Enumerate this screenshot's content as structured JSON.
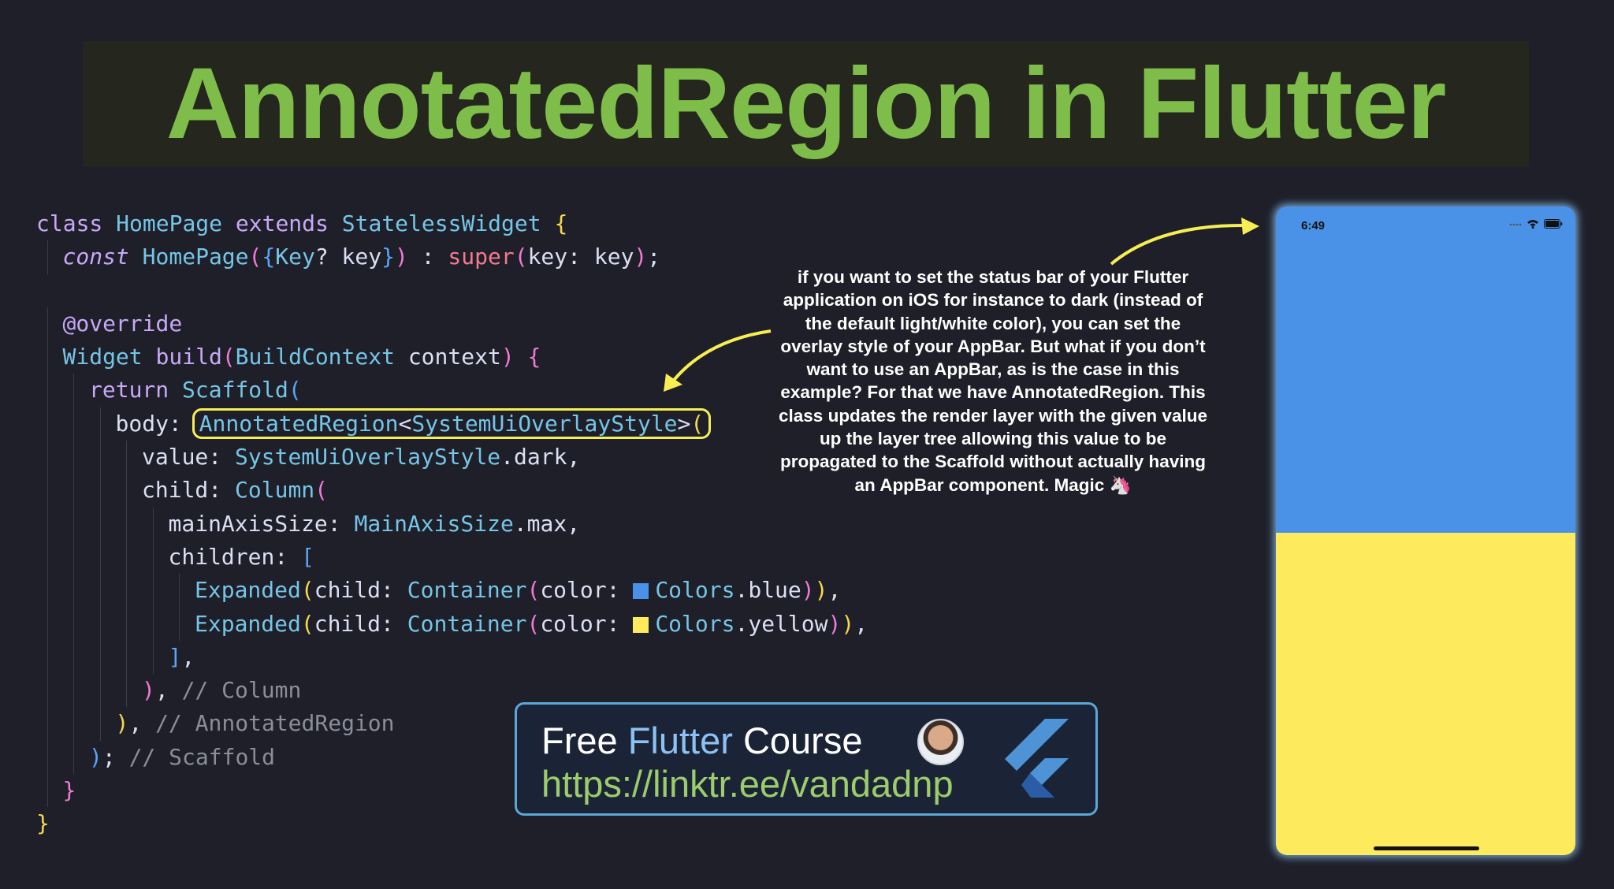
{
  "title": "AnnotatedRegion in Flutter",
  "code_lines": [
    [
      [
        "kw",
        "class"
      ],
      [
        "id",
        " "
      ],
      [
        "cls",
        "HomePage"
      ],
      [
        "id",
        " "
      ],
      [
        "kw",
        "extends"
      ],
      [
        "id",
        " "
      ],
      [
        "cls",
        "StatelessWidget"
      ],
      [
        "id",
        " "
      ],
      [
        "br1",
        "{"
      ]
    ],
    [
      [
        "it",
        "const"
      ],
      [
        "id",
        " "
      ],
      [
        "fn",
        "HomePage"
      ],
      [
        "br2",
        "("
      ],
      [
        "br3",
        "{"
      ],
      [
        "cls",
        "Key"
      ],
      [
        "id",
        "? key"
      ],
      [
        "br3",
        "}"
      ],
      [
        "br2",
        ")"
      ],
      [
        "id",
        " : "
      ],
      [
        "sup",
        "super"
      ],
      [
        "br2",
        "("
      ],
      [
        "id",
        "key: key"
      ],
      [
        "br2",
        ")"
      ],
      [
        "id",
        ";"
      ]
    ],
    [],
    [
      [
        "kw",
        "@override"
      ]
    ],
    [
      [
        "cls",
        "Widget"
      ],
      [
        "id",
        " "
      ],
      [
        "kw",
        "build"
      ],
      [
        "br2",
        "("
      ],
      [
        "cls",
        "BuildContext"
      ],
      [
        "id",
        " context"
      ],
      [
        "br2",
        ")"
      ],
      [
        "id",
        " "
      ],
      [
        "br2",
        "{"
      ]
    ],
    [
      [
        "kw",
        "return"
      ],
      [
        "id",
        " "
      ],
      [
        "cls",
        "Scaffold"
      ],
      [
        "br3",
        "("
      ]
    ],
    [
      [
        "id",
        "body: "
      ],
      [
        "cls",
        "AnnotatedRegion"
      ],
      [
        "id",
        "<"
      ],
      [
        "cls",
        "SystemUiOverlayStyle"
      ],
      [
        "id",
        ">"
      ],
      [
        "br1",
        "("
      ]
    ],
    [
      [
        "id",
        "value: "
      ],
      [
        "cls",
        "SystemUiOverlayStyle"
      ],
      [
        "id",
        "."
      ],
      [
        "id",
        "dark,"
      ]
    ],
    [
      [
        "id",
        "child: "
      ],
      [
        "cls",
        "Column"
      ],
      [
        "br2",
        "("
      ]
    ],
    [
      [
        "id",
        "mainAxisSize: "
      ],
      [
        "cls",
        "MainAxisSize"
      ],
      [
        "id",
        ".max,"
      ]
    ],
    [
      [
        "id",
        "children: "
      ],
      [
        "br3",
        "["
      ]
    ],
    [
      [
        "cls",
        "Expanded"
      ],
      [
        "br1",
        "("
      ],
      [
        "id",
        "child: "
      ],
      [
        "cls",
        "Container"
      ],
      [
        "br2",
        "("
      ],
      [
        "id",
        "color: "
      ],
      [
        "swatch_blue",
        ""
      ],
      [
        "cls",
        "Colors"
      ],
      [
        "id",
        ".blue"
      ],
      [
        "br2",
        ")"
      ],
      [
        "br1",
        ")"
      ],
      [
        "id",
        ","
      ]
    ],
    [
      [
        "cls",
        "Expanded"
      ],
      [
        "br1",
        "("
      ],
      [
        "id",
        "child: "
      ],
      [
        "cls",
        "Container"
      ],
      [
        "br2",
        "("
      ],
      [
        "id",
        "color: "
      ],
      [
        "swatch_yellow",
        ""
      ],
      [
        "cls",
        "Colors"
      ],
      [
        "id",
        ".yellow"
      ],
      [
        "br2",
        ")"
      ],
      [
        "br1",
        ")"
      ],
      [
        "id",
        ","
      ]
    ],
    [
      [
        "br3",
        "]"
      ],
      [
        "id",
        ","
      ]
    ],
    [
      [
        "br2",
        ")"
      ],
      [
        "id",
        ", "
      ],
      [
        "cm",
        "// Column"
      ]
    ],
    [
      [
        "br1",
        ")"
      ],
      [
        "id",
        ", "
      ],
      [
        "cm",
        "// AnnotatedRegion"
      ]
    ],
    [
      [
        "br3",
        ")"
      ],
      [
        "id",
        "; "
      ],
      [
        "cm",
        "// Scaffold"
      ]
    ],
    [
      [
        "br2",
        "}"
      ]
    ],
    [
      [
        "br1",
        "}"
      ]
    ]
  ],
  "explanation": "if you want to set the status bar of your Flutter application on iOS for instance to dark (instead of the default light/white color), you can set the overlay style of your AppBar. But what if you don’t want to use an AppBar, as is the case in this example? For that we have AnnotatedRegion. This class updates the render layer with the given value up the layer tree allowing this value to be propagated to the Scaffold without actually having an AppBar component. Magic 🦄",
  "course": {
    "prefix": "Free ",
    "highlight": "Flutter",
    "suffix": " Course",
    "url": "https://linktr.ee/vandadnp"
  },
  "phone": {
    "time": "6:49",
    "top_color": "#4a92e8",
    "bottom_color": "#fdeb5d"
  },
  "colors": {
    "accent_green": "#7fbd4b",
    "highlight_yellow": "#f7ee54",
    "swatch_blue": "#4a92e8",
    "swatch_yellow": "#fdeb5d"
  }
}
